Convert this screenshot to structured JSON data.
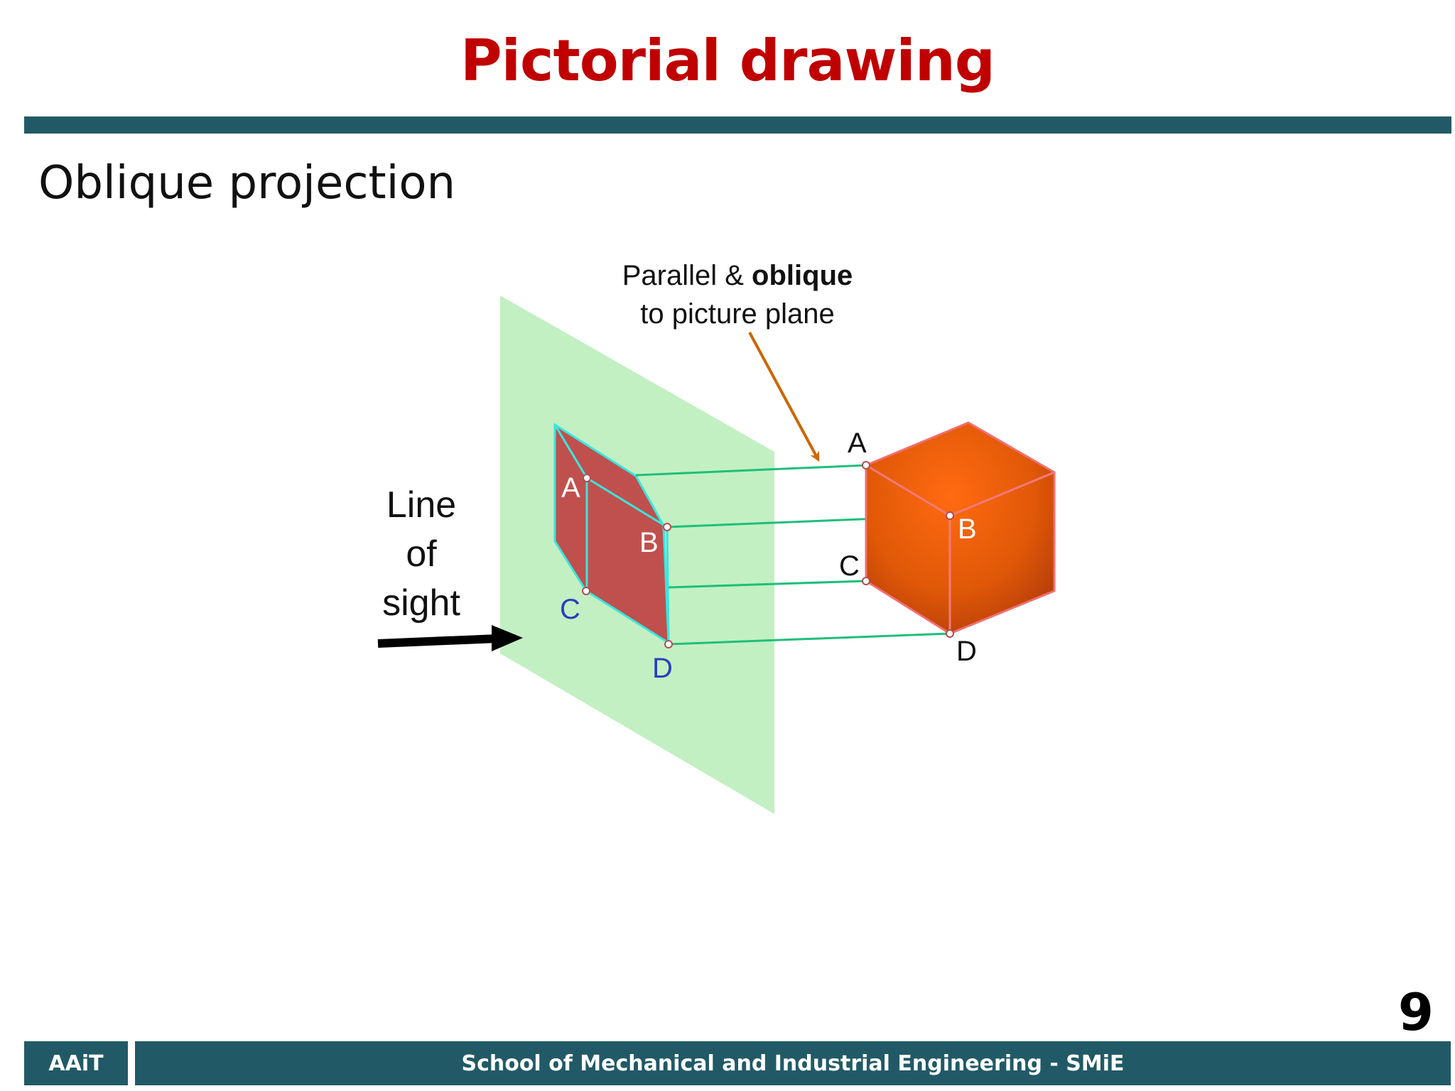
{
  "slide": {
    "title": "Pictorial drawing",
    "subtitle": "Oblique projection",
    "page_number": "9"
  },
  "diagram": {
    "annotation_line1_normal": "Parallel & ",
    "annotation_line1_bold": "oblique",
    "annotation_line2": "to picture plane",
    "line_of_sight": [
      "Line",
      "of",
      "sight"
    ],
    "projection_labels": {
      "a": "A",
      "b": "B",
      "c": "C",
      "d": "D"
    },
    "object_labels": {
      "a": "A",
      "b": "B",
      "c": "C",
      "d": "D"
    }
  },
  "footer": {
    "left": "AAiT",
    "right": "School of Mechanical and Industrial Engineering - SMiE"
  },
  "colors": {
    "title": "#c00000",
    "bar": "#215a66",
    "picture_plane": "#c2f0c2",
    "projection_face": "#c0504d",
    "cube": "#e35a08",
    "projector_lines": "#1fbf7a",
    "annotation_arrow": "#cc6600",
    "projection_label_blue": "#2b3fbf"
  }
}
